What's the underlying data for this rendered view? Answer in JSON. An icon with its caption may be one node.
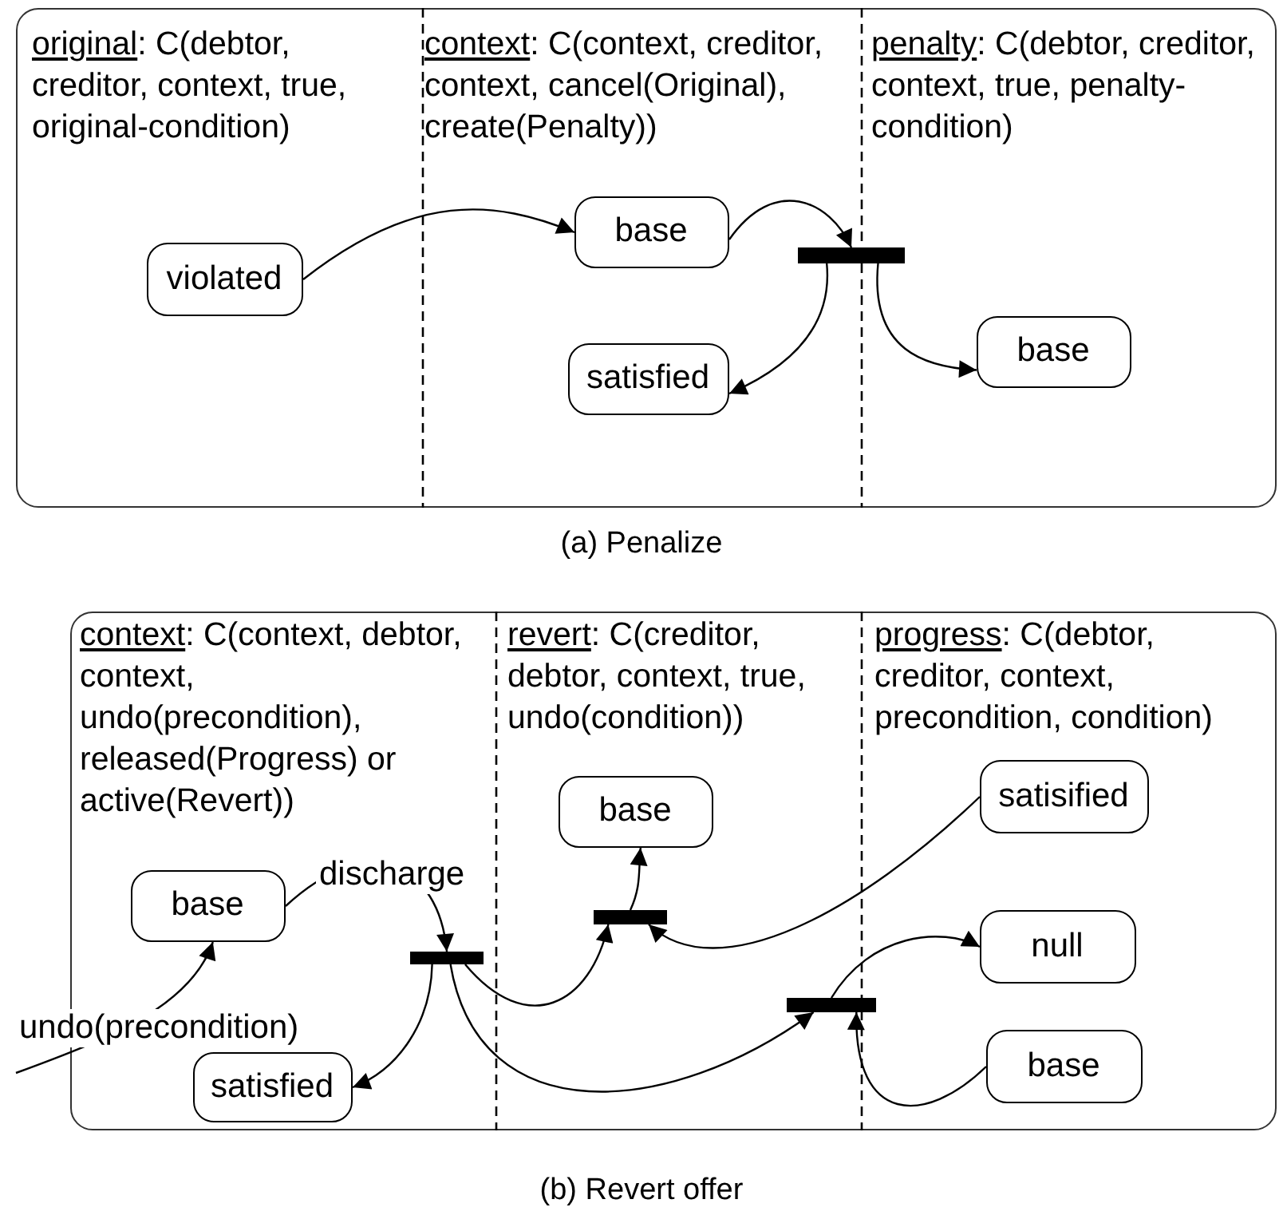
{
  "diagram": {
    "nodes": [
      {
        "text": [],
        "shape": "box"
      },
      {
        "text": [
          "violated"
        ],
        "in": 0
      },
      {
        "text": [
          "base"
        ],
        "in": 0
      },
      {
        "text": [],
        "shape": "bar",
        "in": 0
      },
      {
        "text": [
          "satisfied"
        ],
        "in": 0
      },
      {
        "text": [
          "base"
        ],
        "in": 0
      },
      {
        "text": [],
        "shape": "box"
      },
      {
        "text": [
          "base"
        ],
        "in": 6
      },
      {
        "text": [
          "satisfied"
        ],
        "in": 6
      },
      {
        "text": [],
        "shape": "bar",
        "in": 6
      },
      {
        "text": [
          "base"
        ],
        "in": 6
      },
      {
        "text": [],
        "shape": "bar",
        "in": 6
      },
      {
        "text": [
          "satisified"
        ],
        "in": 6
      },
      {
        "text": [
          "null"
        ],
        "in": 6
      },
      {
        "text": [],
        "shape": "bar",
        "in": 6
      },
      {
        "text": [
          "base"
        ],
        "in": 6
      }
    ],
    "edges": [
      {
        "from": 1,
        "to": 2,
        "arrow": "to"
      },
      {
        "from": 2,
        "to": 3,
        "arrow": "to"
      },
      {
        "from": 3,
        "to": 4,
        "arrow": "to"
      },
      {
        "from": 3,
        "to": 5,
        "arrow": "to"
      },
      {
        "from": null,
        "to": 7,
        "arrow": "to",
        "label": "undo(precondition)"
      },
      {
        "from": 7,
        "to": 9,
        "arrow": "to",
        "label": "discharge"
      },
      {
        "from": 9,
        "to": 8,
        "arrow": "to"
      },
      {
        "from": 9,
        "to": 11,
        "arrow": "to"
      },
      {
        "from": 11,
        "to": 10,
        "arrow": "to"
      },
      {
        "from": 12,
        "to": 11,
        "arrow": "to"
      },
      {
        "from": 9,
        "to": 14,
        "arrow": "to"
      },
      {
        "from": 14,
        "to": 13,
        "arrow": "to"
      },
      {
        "from": 15,
        "to": 14,
        "arrow": "to"
      }
    ],
    "labels": [
      "original: C(debtor, creditor, context, true, original-condition)",
      "context: C(context, creditor, context, cancel(Original), create(Penalty))",
      "penalty: C(debtor, creditor, context, true, penalty-condition)",
      "(a) Penalize",
      "context: C(context, debtor, context, undo(precondition), released(Progress) or active(Revert))",
      "revert: C(creditor, debtor, context, true, undo(condition))",
      "progress: C(debtor, creditor, context, precondition, condition)",
      "(b) Revert offer"
    ]
  }
}
